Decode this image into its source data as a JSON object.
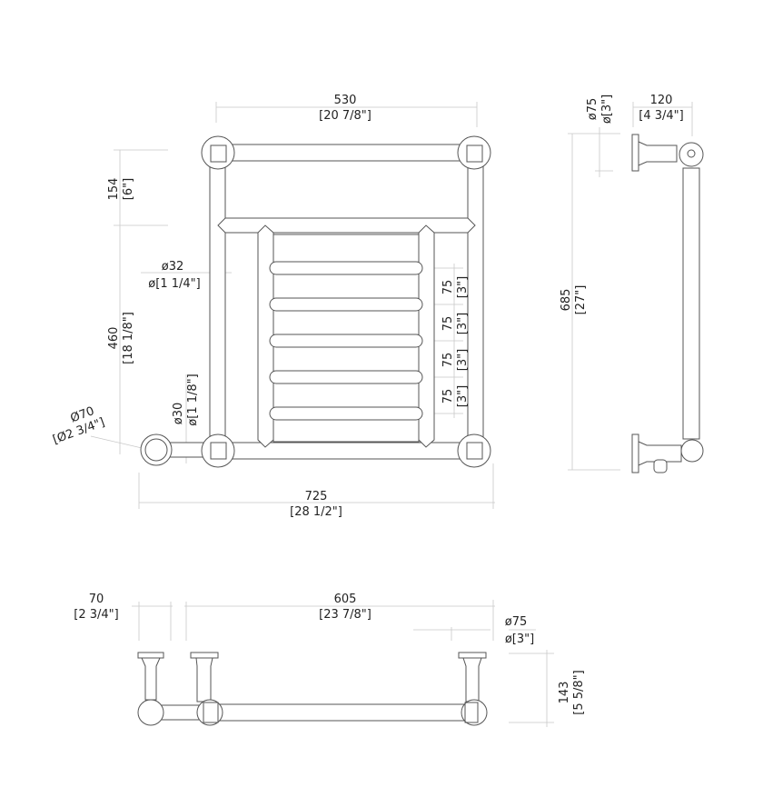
{
  "front_view": {
    "width_top": "530",
    "width_top_in": "[20 7/8\"]",
    "top_height": "154",
    "top_height_in": "[6\"]",
    "lower_height": "460",
    "lower_height_in": "[18 1/8\"]",
    "tube_dia": "ø32",
    "tube_dia_in": "ø[1 1/4\"]",
    "small_tube_dia": "ø30",
    "small_tube_dia_in": "ø[1 1/8\"]",
    "ball_dia": "Ø70",
    "ball_dia_in": "[Ø2 3/4\"]",
    "overall_width": "725",
    "overall_width_in": "[28 1/2\"]",
    "rail_spacing": [
      {
        "mm": "75",
        "in": "[3\"]"
      },
      {
        "mm": "75",
        "in": "[3\"]"
      },
      {
        "mm": "75",
        "in": "[3\"]"
      },
      {
        "mm": "75",
        "in": "[3\"]"
      }
    ]
  },
  "side_view": {
    "height": "685",
    "height_in": "[27\"]",
    "plate_dia": "ø75",
    "plate_dia_in": "ø[3\"]",
    "depth": "120",
    "depth_in": "[4 3/4\"]"
  },
  "top_view": {
    "offset": "70",
    "offset_in": "[2 3/4\"]",
    "span": "605",
    "span_in": "[23 7/8\"]",
    "plate_dia": "ø75",
    "plate_dia_in": "ø[3\"]",
    "projection": "143",
    "projection_in": "[5 5/8\"]"
  }
}
